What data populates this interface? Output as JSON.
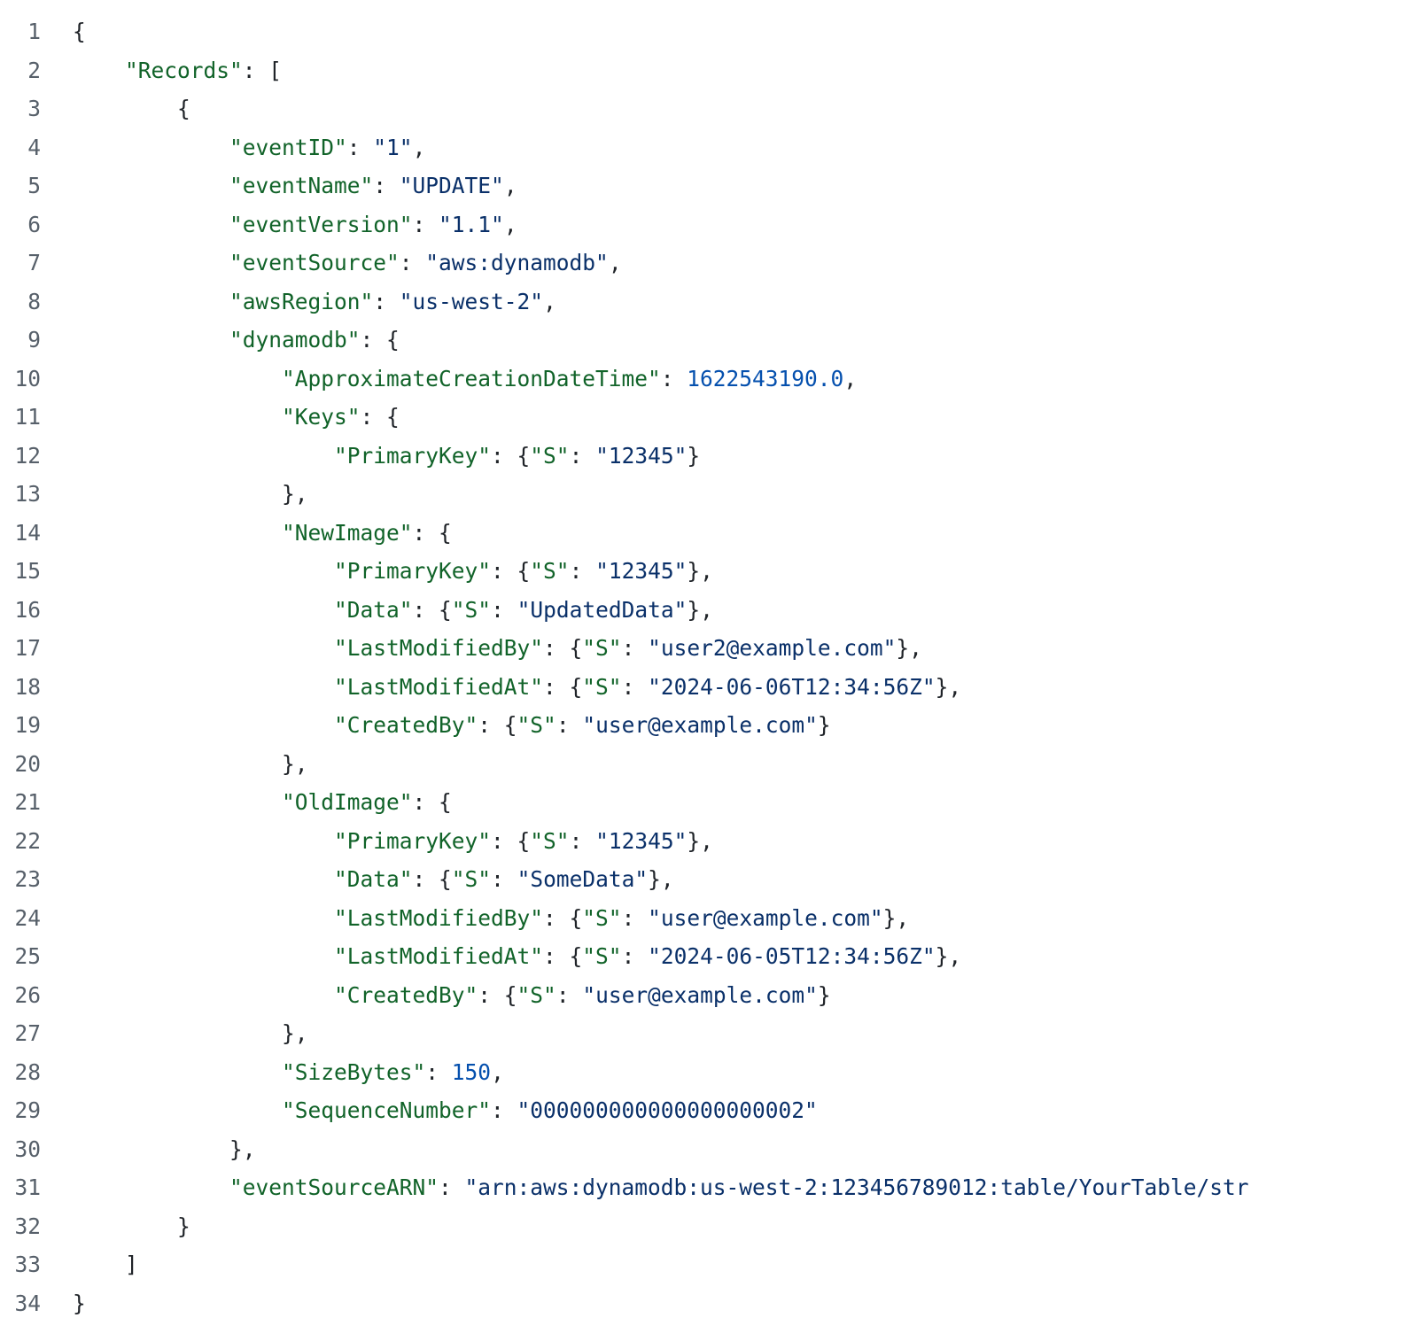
{
  "colors": {
    "key": "#116329",
    "string": "#0a3069",
    "number": "#0550ae",
    "punctuation": "#1f2328",
    "line_number": "#57606a"
  },
  "lines": [
    {
      "n": "1",
      "indent": 0,
      "tokens": [
        {
          "t": "p",
          "v": "{"
        }
      ]
    },
    {
      "n": "2",
      "indent": 1,
      "tokens": [
        {
          "t": "k",
          "v": "\"Records\""
        },
        {
          "t": "p",
          "v": ": ["
        }
      ]
    },
    {
      "n": "3",
      "indent": 2,
      "tokens": [
        {
          "t": "p",
          "v": "{"
        }
      ]
    },
    {
      "n": "4",
      "indent": 3,
      "tokens": [
        {
          "t": "k",
          "v": "\"eventID\""
        },
        {
          "t": "p",
          "v": ": "
        },
        {
          "t": "s",
          "v": "\"1\""
        },
        {
          "t": "p",
          "v": ","
        }
      ]
    },
    {
      "n": "5",
      "indent": 3,
      "tokens": [
        {
          "t": "k",
          "v": "\"eventName\""
        },
        {
          "t": "p",
          "v": ": "
        },
        {
          "t": "s",
          "v": "\"UPDATE\""
        },
        {
          "t": "p",
          "v": ","
        }
      ]
    },
    {
      "n": "6",
      "indent": 3,
      "tokens": [
        {
          "t": "k",
          "v": "\"eventVersion\""
        },
        {
          "t": "p",
          "v": ": "
        },
        {
          "t": "s",
          "v": "\"1.1\""
        },
        {
          "t": "p",
          "v": ","
        }
      ]
    },
    {
      "n": "7",
      "indent": 3,
      "tokens": [
        {
          "t": "k",
          "v": "\"eventSource\""
        },
        {
          "t": "p",
          "v": ": "
        },
        {
          "t": "s",
          "v": "\"aws:dynamodb\""
        },
        {
          "t": "p",
          "v": ","
        }
      ]
    },
    {
      "n": "8",
      "indent": 3,
      "tokens": [
        {
          "t": "k",
          "v": "\"awsRegion\""
        },
        {
          "t": "p",
          "v": ": "
        },
        {
          "t": "s",
          "v": "\"us-west-2\""
        },
        {
          "t": "p",
          "v": ","
        }
      ]
    },
    {
      "n": "9",
      "indent": 3,
      "tokens": [
        {
          "t": "k",
          "v": "\"dynamodb\""
        },
        {
          "t": "p",
          "v": ": {"
        }
      ]
    },
    {
      "n": "10",
      "indent": 4,
      "tokens": [
        {
          "t": "k",
          "v": "\"ApproximateCreationDateTime\""
        },
        {
          "t": "p",
          "v": ": "
        },
        {
          "t": "n",
          "v": "1622543190.0"
        },
        {
          "t": "p",
          "v": ","
        }
      ]
    },
    {
      "n": "11",
      "indent": 4,
      "tokens": [
        {
          "t": "k",
          "v": "\"Keys\""
        },
        {
          "t": "p",
          "v": ": {"
        }
      ]
    },
    {
      "n": "12",
      "indent": 5,
      "tokens": [
        {
          "t": "k",
          "v": "\"PrimaryKey\""
        },
        {
          "t": "p",
          "v": ": {"
        },
        {
          "t": "k",
          "v": "\"S\""
        },
        {
          "t": "p",
          "v": ": "
        },
        {
          "t": "s",
          "v": "\"12345\""
        },
        {
          "t": "p",
          "v": "}"
        }
      ]
    },
    {
      "n": "13",
      "indent": 4,
      "tokens": [
        {
          "t": "p",
          "v": "},"
        }
      ]
    },
    {
      "n": "14",
      "indent": 4,
      "tokens": [
        {
          "t": "k",
          "v": "\"NewImage\""
        },
        {
          "t": "p",
          "v": ": {"
        }
      ]
    },
    {
      "n": "15",
      "indent": 5,
      "tokens": [
        {
          "t": "k",
          "v": "\"PrimaryKey\""
        },
        {
          "t": "p",
          "v": ": {"
        },
        {
          "t": "k",
          "v": "\"S\""
        },
        {
          "t": "p",
          "v": ": "
        },
        {
          "t": "s",
          "v": "\"12345\""
        },
        {
          "t": "p",
          "v": "},"
        }
      ]
    },
    {
      "n": "16",
      "indent": 5,
      "tokens": [
        {
          "t": "k",
          "v": "\"Data\""
        },
        {
          "t": "p",
          "v": ": {"
        },
        {
          "t": "k",
          "v": "\"S\""
        },
        {
          "t": "p",
          "v": ": "
        },
        {
          "t": "s",
          "v": "\"UpdatedData\""
        },
        {
          "t": "p",
          "v": "},"
        }
      ]
    },
    {
      "n": "17",
      "indent": 5,
      "tokens": [
        {
          "t": "k",
          "v": "\"LastModifiedBy\""
        },
        {
          "t": "p",
          "v": ": {"
        },
        {
          "t": "k",
          "v": "\"S\""
        },
        {
          "t": "p",
          "v": ": "
        },
        {
          "t": "s",
          "v": "\"user2@example.com\""
        },
        {
          "t": "p",
          "v": "},"
        }
      ]
    },
    {
      "n": "18",
      "indent": 5,
      "tokens": [
        {
          "t": "k",
          "v": "\"LastModifiedAt\""
        },
        {
          "t": "p",
          "v": ": {"
        },
        {
          "t": "k",
          "v": "\"S\""
        },
        {
          "t": "p",
          "v": ": "
        },
        {
          "t": "s",
          "v": "\"2024-06-06T12:34:56Z\""
        },
        {
          "t": "p",
          "v": "},"
        }
      ]
    },
    {
      "n": "19",
      "indent": 5,
      "tokens": [
        {
          "t": "k",
          "v": "\"CreatedBy\""
        },
        {
          "t": "p",
          "v": ": {"
        },
        {
          "t": "k",
          "v": "\"S\""
        },
        {
          "t": "p",
          "v": ": "
        },
        {
          "t": "s",
          "v": "\"user@example.com\""
        },
        {
          "t": "p",
          "v": "}"
        }
      ]
    },
    {
      "n": "20",
      "indent": 4,
      "tokens": [
        {
          "t": "p",
          "v": "},"
        }
      ]
    },
    {
      "n": "21",
      "indent": 4,
      "tokens": [
        {
          "t": "k",
          "v": "\"OldImage\""
        },
        {
          "t": "p",
          "v": ": {"
        }
      ]
    },
    {
      "n": "22",
      "indent": 5,
      "tokens": [
        {
          "t": "k",
          "v": "\"PrimaryKey\""
        },
        {
          "t": "p",
          "v": ": {"
        },
        {
          "t": "k",
          "v": "\"S\""
        },
        {
          "t": "p",
          "v": ": "
        },
        {
          "t": "s",
          "v": "\"12345\""
        },
        {
          "t": "p",
          "v": "},"
        }
      ]
    },
    {
      "n": "23",
      "indent": 5,
      "tokens": [
        {
          "t": "k",
          "v": "\"Data\""
        },
        {
          "t": "p",
          "v": ": {"
        },
        {
          "t": "k",
          "v": "\"S\""
        },
        {
          "t": "p",
          "v": ": "
        },
        {
          "t": "s",
          "v": "\"SomeData\""
        },
        {
          "t": "p",
          "v": "},"
        }
      ]
    },
    {
      "n": "24",
      "indent": 5,
      "tokens": [
        {
          "t": "k",
          "v": "\"LastModifiedBy\""
        },
        {
          "t": "p",
          "v": ": {"
        },
        {
          "t": "k",
          "v": "\"S\""
        },
        {
          "t": "p",
          "v": ": "
        },
        {
          "t": "s",
          "v": "\"user@example.com\""
        },
        {
          "t": "p",
          "v": "},"
        }
      ]
    },
    {
      "n": "25",
      "indent": 5,
      "tokens": [
        {
          "t": "k",
          "v": "\"LastModifiedAt\""
        },
        {
          "t": "p",
          "v": ": {"
        },
        {
          "t": "k",
          "v": "\"S\""
        },
        {
          "t": "p",
          "v": ": "
        },
        {
          "t": "s",
          "v": "\"2024-06-05T12:34:56Z\""
        },
        {
          "t": "p",
          "v": "},"
        }
      ]
    },
    {
      "n": "26",
      "indent": 5,
      "tokens": [
        {
          "t": "k",
          "v": "\"CreatedBy\""
        },
        {
          "t": "p",
          "v": ": {"
        },
        {
          "t": "k",
          "v": "\"S\""
        },
        {
          "t": "p",
          "v": ": "
        },
        {
          "t": "s",
          "v": "\"user@example.com\""
        },
        {
          "t": "p",
          "v": "}"
        }
      ]
    },
    {
      "n": "27",
      "indent": 4,
      "tokens": [
        {
          "t": "p",
          "v": "},"
        }
      ]
    },
    {
      "n": "28",
      "indent": 4,
      "tokens": [
        {
          "t": "k",
          "v": "\"SizeBytes\""
        },
        {
          "t": "p",
          "v": ": "
        },
        {
          "t": "n",
          "v": "150"
        },
        {
          "t": "p",
          "v": ","
        }
      ]
    },
    {
      "n": "29",
      "indent": 4,
      "tokens": [
        {
          "t": "k",
          "v": "\"SequenceNumber\""
        },
        {
          "t": "p",
          "v": ": "
        },
        {
          "t": "s",
          "v": "\"000000000000000000002\""
        }
      ]
    },
    {
      "n": "30",
      "indent": 3,
      "tokens": [
        {
          "t": "p",
          "v": "},"
        }
      ]
    },
    {
      "n": "31",
      "indent": 3,
      "tokens": [
        {
          "t": "k",
          "v": "\"eventSourceARN\""
        },
        {
          "t": "p",
          "v": ": "
        },
        {
          "t": "s",
          "v": "\"arn:aws:dynamodb:us-west-2:123456789012:table/YourTable/str"
        }
      ]
    },
    {
      "n": "32",
      "indent": 2,
      "tokens": [
        {
          "t": "p",
          "v": "}"
        }
      ]
    },
    {
      "n": "33",
      "indent": 1,
      "tokens": [
        {
          "t": "p",
          "v": "]"
        }
      ]
    },
    {
      "n": "34",
      "indent": 0,
      "tokens": [
        {
          "t": "p",
          "v": "}"
        }
      ]
    }
  ]
}
